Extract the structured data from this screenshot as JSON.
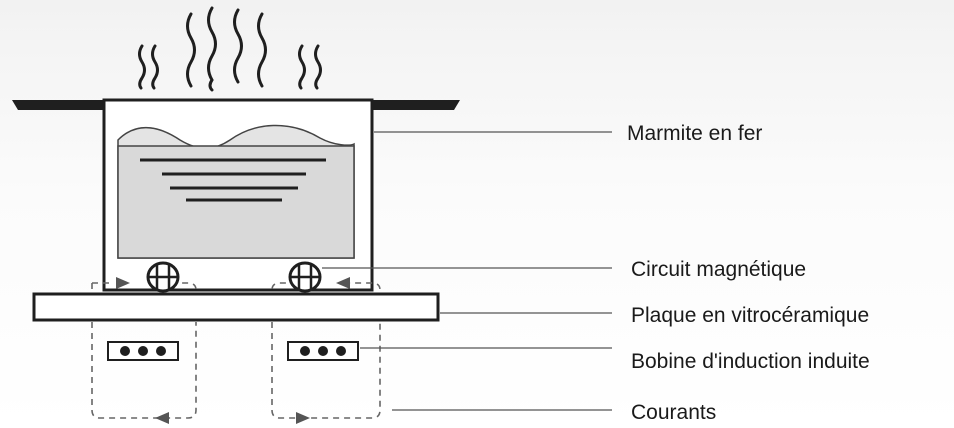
{
  "labels": {
    "pot": "Marmite en fer",
    "magnetic_circuit": "Circuit magnétique",
    "ceramic_plate": "Plaque en vitrocéramique",
    "induction_coil": "Bobine d'induction induite",
    "currents": "Courants"
  },
  "colors": {
    "stroke": "#1f1f1f",
    "liquid": "#dcdcdc",
    "pot_fill": "#ffffff",
    "arrow": "#555555",
    "dashed": "#666666"
  }
}
